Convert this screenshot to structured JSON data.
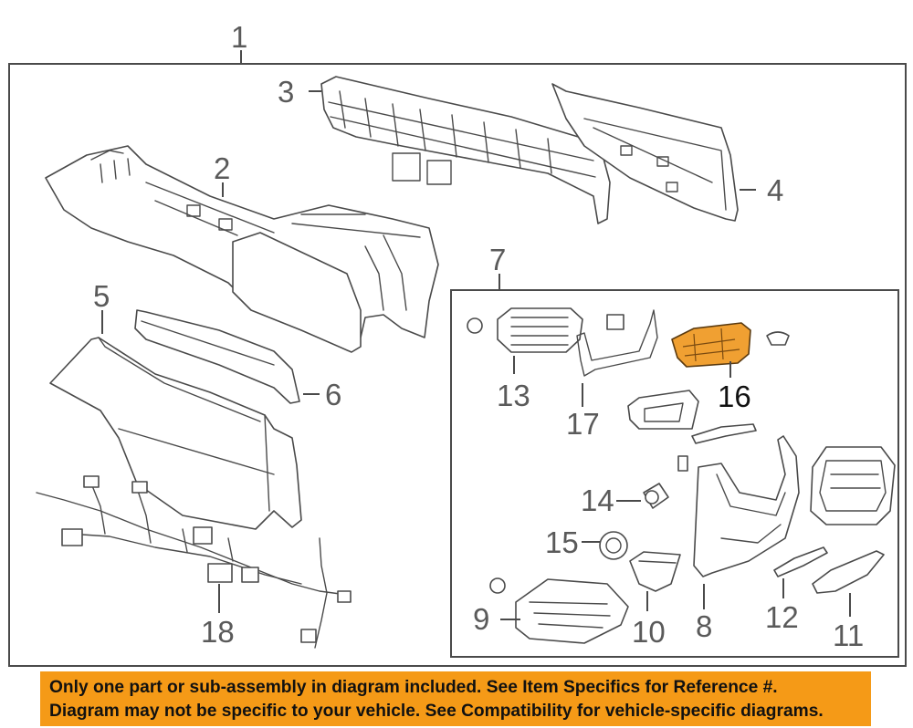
{
  "callouts": {
    "c1": "1",
    "c2": "2",
    "c3": "3",
    "c4": "4",
    "c5": "5",
    "c6": "6",
    "c7": "7",
    "c8": "8",
    "c9": "9",
    "c10": "10",
    "c11": "11",
    "c12": "12",
    "c13": "13",
    "c14": "14",
    "c15": "15",
    "c16": "16",
    "c17": "17",
    "c18": "18"
  },
  "colors": {
    "highlight_part": "#f0a032",
    "notice_background": "#f59a17",
    "line": "#4a4a4a"
  },
  "notice": {
    "line1": "Only one part or sub-assembly in diagram included. See Item Specifics for Reference #.",
    "line2": "Diagram may not be specific to your vehicle. See Compatibility for vehicle-specific diagrams."
  }
}
